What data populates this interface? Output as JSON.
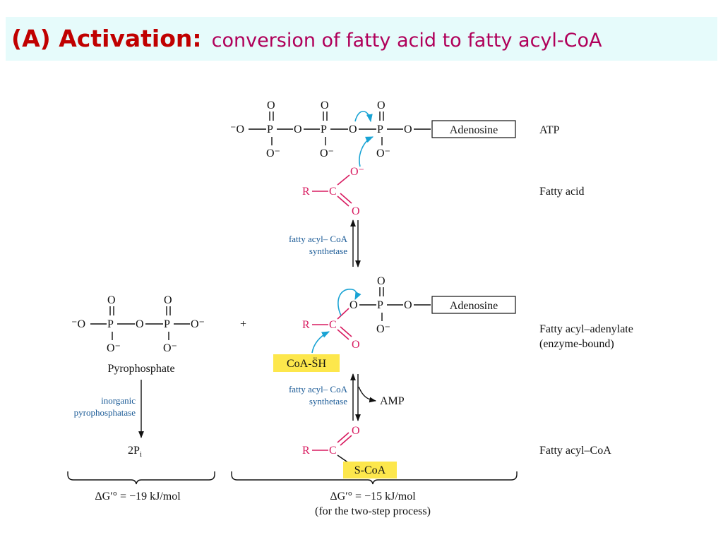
{
  "title": {
    "lead": "(A) Activation:",
    "rest": "conversion of fatty acid to fatty acyl-CoA"
  },
  "atoms": {
    "O": "O",
    "P": "P",
    "R": "R",
    "C": "C",
    "o_minus": "O⁻",
    "minus_o": "⁻O"
  },
  "atp": {
    "adenosine": "Adenosine",
    "label": "ATP"
  },
  "fatty_acid": {
    "label": "Fatty acid"
  },
  "enzyme": {
    "line1": "fatty acyl– CoA",
    "line2": "synthetase"
  },
  "intermediate": {
    "adenosine": "Adenosine",
    "label1": "Fatty acyl–adenylate",
    "label2": "(enzyme-bound)"
  },
  "plus": "+",
  "pyrophosphate": {
    "label": "Pyrophosphate"
  },
  "coash": "CoA-S̈H",
  "amp": "AMP",
  "pyrophosphatase": {
    "line1": "inorganic",
    "line2": "pyrophosphatase"
  },
  "product_2pi": {
    "main": "2P",
    "sub": "i"
  },
  "product": {
    "scoa": "S-CoA",
    "label": "Fatty acyl–CoA"
  },
  "energy": {
    "left": "ΔG′° = −19 kJ/mol",
    "right": "ΔG′° = −15 kJ/mol",
    "right_note": "(for the two-step process)"
  }
}
